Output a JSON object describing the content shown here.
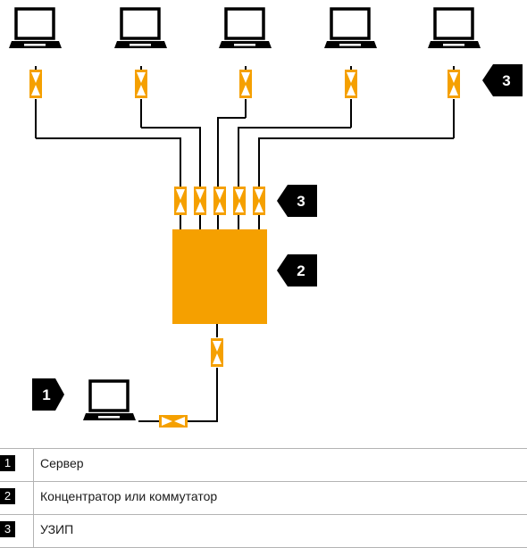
{
  "callouts": {
    "server": "1",
    "hub": "2",
    "spd_top": "3",
    "spd_middle": "3"
  },
  "legend": [
    {
      "num": "1",
      "text": "Сервер"
    },
    {
      "num": "2",
      "text": "Концентратор или коммутатор"
    },
    {
      "num": "3",
      "text": "УЗИП"
    }
  ],
  "colors": {
    "accent": "#f5a000",
    "line": "#000000",
    "badge": "#000000"
  },
  "icons": {
    "computer": "laptop-icon",
    "protector": "surge-protector-icon"
  }
}
